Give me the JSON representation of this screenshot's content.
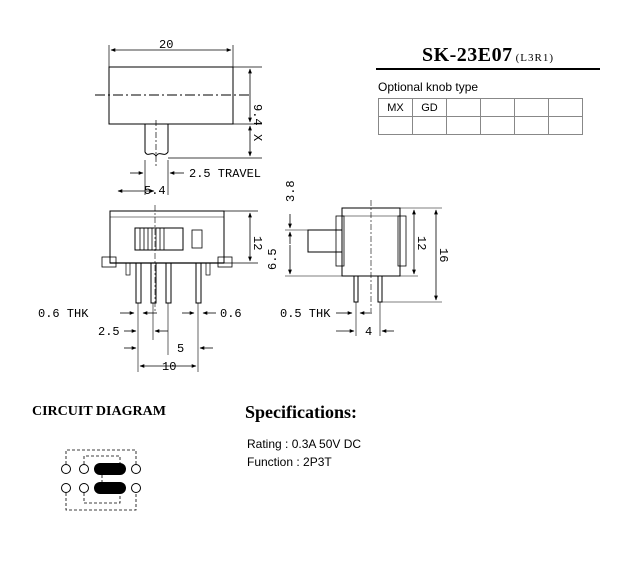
{
  "title": {
    "model": "SK-23E07",
    "code": "(L3R1)"
  },
  "knob": {
    "label": "Optional knob type",
    "rows": [
      [
        "MX",
        "GD",
        "",
        "",
        "",
        ""
      ],
      [
        "",
        "",
        "",
        "",
        "",
        ""
      ]
    ]
  },
  "dimensions": {
    "top_width": "20",
    "height": "9.4",
    "x_mark": "X",
    "travel": "2.5 TRAVEL",
    "actuator_offset": "5.4",
    "side_height": "12",
    "pin_thk_left": "0.6 THK",
    "pin_width_right": "0.6",
    "pitch": "2.5",
    "center": "5",
    "span": "10",
    "knob_tip": "3.8",
    "knob_height": "6.5",
    "body_height": "12",
    "total_height": "16",
    "pin_thk_side": "0.5 THK",
    "pin_spacing_side": "4"
  },
  "circuit": {
    "title": "CIRCUIT DIAGRAM"
  },
  "specifications": {
    "title": "Specifications:",
    "rating": "Rating : 0.3A 50V DC",
    "function": "Function : 2P3T"
  }
}
